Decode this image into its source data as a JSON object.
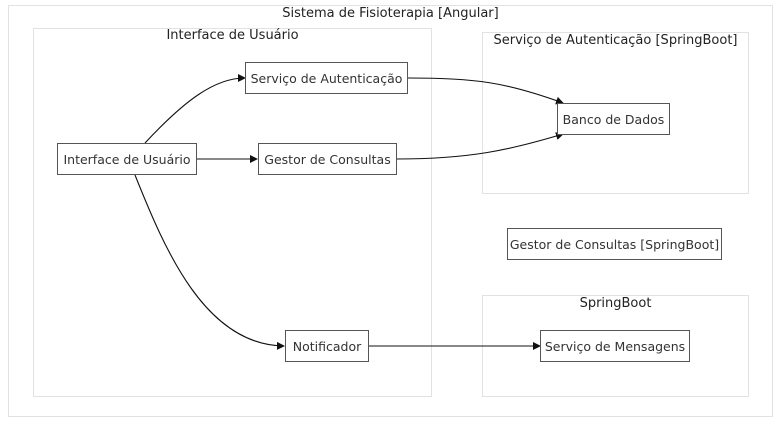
{
  "diagram": {
    "title": "Sistema de Fisioterapia [Angular]",
    "groups": {
      "ui": "Interface de Usuário",
      "auth": "Serviço de Autenticação [SpringBoot]",
      "springboot": "SpringBoot"
    },
    "nodes": {
      "interface": "Interface de Usuário",
      "auth_service": "Serviço de Autenticação",
      "consultas": "Gestor de Consultas",
      "notificador": "Notificador",
      "banco": "Banco de Dados",
      "gestor_springboot": "Gestor de Consultas [SpringBoot]",
      "mensagens": "Serviço de Mensagens"
    },
    "edges": [
      {
        "from": "interface",
        "to": "auth_service"
      },
      {
        "from": "interface",
        "to": "consultas"
      },
      {
        "from": "interface",
        "to": "notificador"
      },
      {
        "from": "auth_service",
        "to": "banco"
      },
      {
        "from": "consultas",
        "to": "banco"
      },
      {
        "from": "notificador",
        "to": "mensagens"
      }
    ]
  }
}
